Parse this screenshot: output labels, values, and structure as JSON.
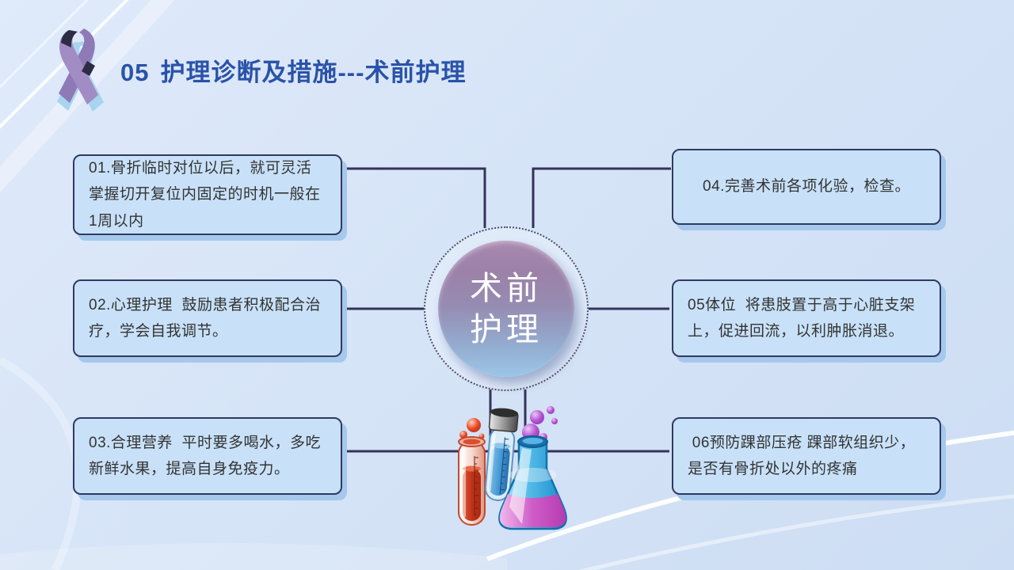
{
  "slide": {
    "title": {
      "number": "05",
      "text": "护理诊断及措施---术前护理"
    },
    "center": {
      "label": "术前\n护理"
    },
    "boxes": [
      {
        "id": "01",
        "text": "01.骨折临时对位以后，就可灵活掌握切开复位内固定的时机一般在1周以内"
      },
      {
        "id": "02",
        "text": "02.心理护理  鼓励患者积极配合治疗，学会自我调节。"
      },
      {
        "id": "03",
        "text": "03.合理营养  平时要多喝水，多吃新鲜水果，提高自身免疫力。"
      },
      {
        "id": "04",
        "text": "04.完善术前各项化验，检查。"
      },
      {
        "id": "05",
        "text": "05体位  将患肢置于高于心脏支架上，促进回流，以利肿胀消退。"
      },
      {
        "id": "06",
        "text": " 06预防踝部压疮 踝部软组织少，是否有骨折处以外的疼痛"
      }
    ],
    "icons": {
      "ribbon": "awareness-ribbon-icon",
      "glassware": "lab-glassware-icon"
    },
    "colors": {
      "title_blue": "#2a52a8",
      "box_fill": "#c8e1f8",
      "box_border": "#2f3a63",
      "box_shadow": "#a6c8ec",
      "connector": "#35335a",
      "hub_purple": "#9c81a8",
      "hub_blue": "#9cc6e8",
      "background": "#d6e4f7"
    }
  }
}
